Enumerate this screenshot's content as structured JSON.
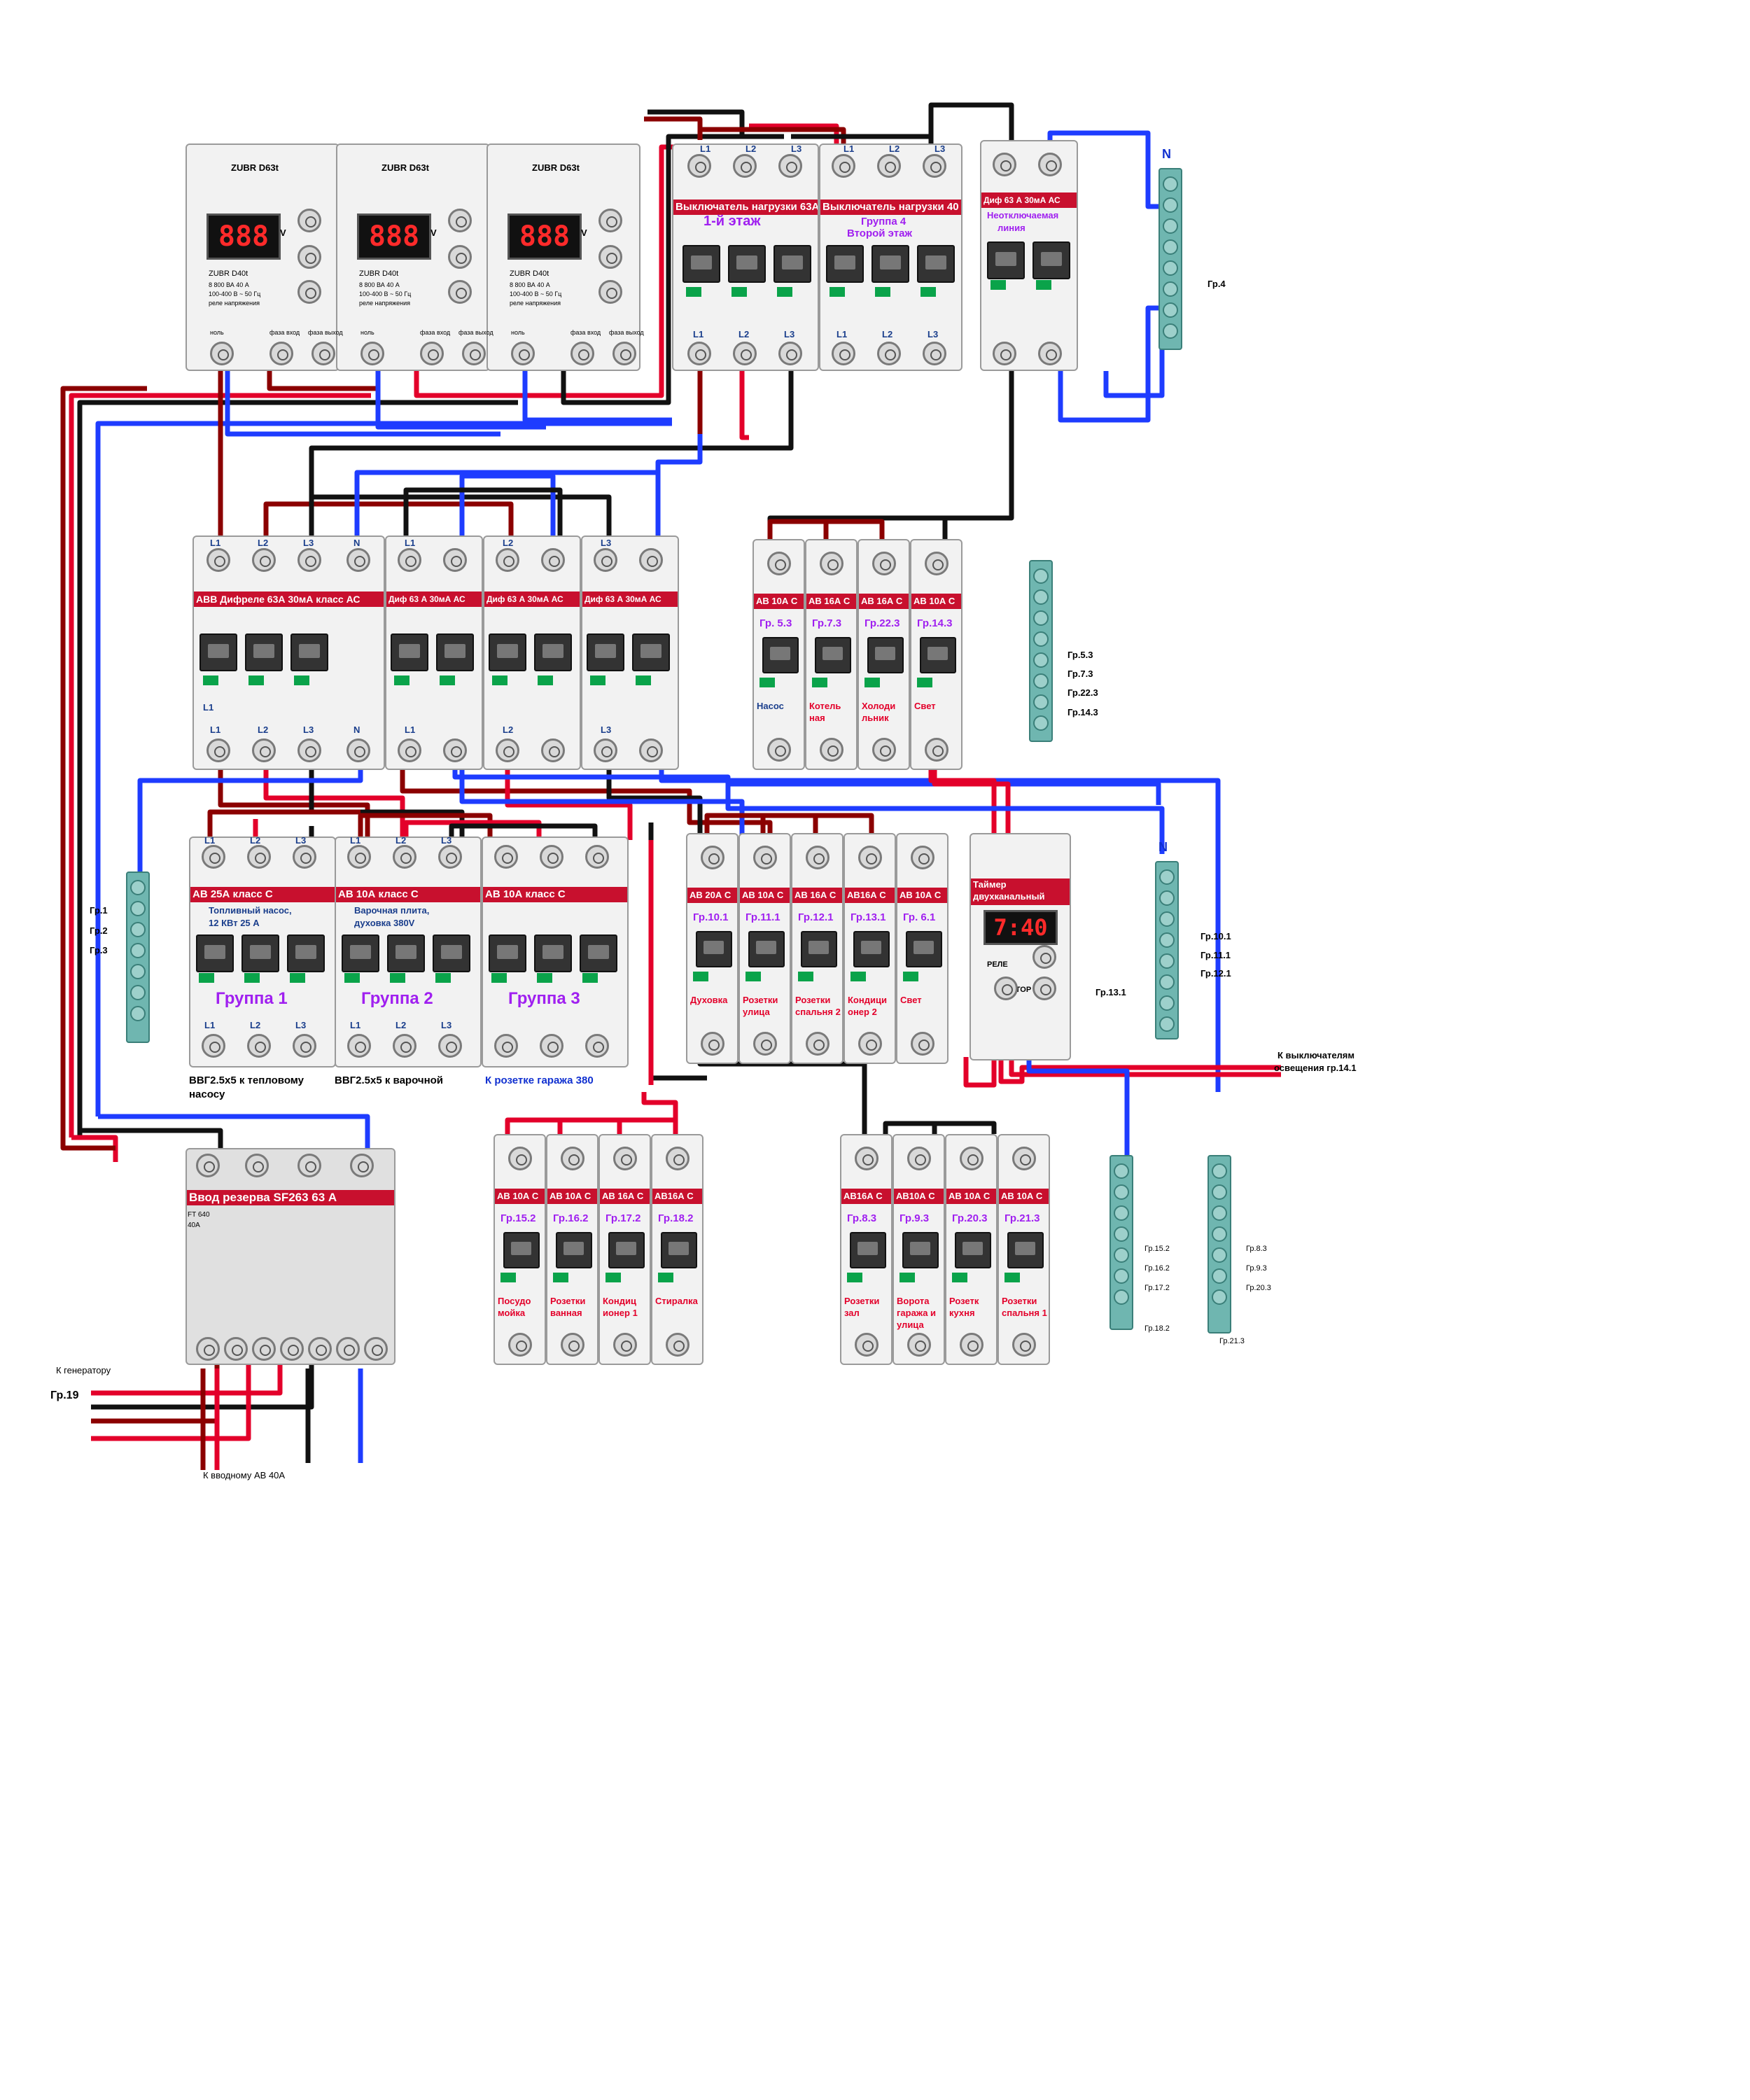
{
  "relays": {
    "brand": "ZUBR D63t",
    "model": "ZUBR D40t",
    "spec1": "8 800 ВА   40 А",
    "spec2": "100-400 В ~ 50 Гц",
    "spec3": "реле напряжения",
    "display": "888",
    "term_n": "ноль",
    "term_in": "фаза вход",
    "term_out": "фаза выход",
    "v": "V"
  },
  "load_switch1": {
    "bar": "Выключатель нагрузки 63А",
    "label": "1-й этаж"
  },
  "load_switch2": {
    "bar": "Выключатель нагрузки 40 А",
    "label1": "Группа 4",
    "label2": "Второй этаж"
  },
  "diff_top": {
    "bar": "Диф 63 А 30мА АС",
    "label1": "Неотключаемая",
    "label2": "линия"
  },
  "bus_top": {
    "n": "N",
    "gr": "Гр.4"
  },
  "phases": {
    "l1": "L1",
    "l2": "L2",
    "l3": "L3",
    "n": "N"
  },
  "main_diff": {
    "bar_abb": "ABB",
    "bar": "Дифреле 63А 30мА класс АС"
  },
  "diff_blocks": [
    {
      "bar": "Диф 63 А 30мА АС"
    },
    {
      "bar": "Диф 63 А 30мА АС"
    },
    {
      "bar": "Диф 63 А 30мА АС"
    }
  ],
  "small_group1": [
    {
      "bar": "АВ 10А С",
      "gr": "Гр. 5.3",
      "name": "Насос"
    },
    {
      "bar": "АВ 16А С",
      "gr": "Гр.7.3",
      "name": "Котель ная"
    },
    {
      "bar": "АВ 16А С",
      "gr": "Гр.22.3",
      "name": "Холоди льник"
    },
    {
      "bar": "АВ 10А С",
      "gr": "Гр.14.3",
      "name": "Свет"
    }
  ],
  "bus_mid": {
    "labels": [
      "Гр.5.3",
      "Гр.7.3",
      "Гр.22.3",
      "Гр.14.3"
    ]
  },
  "groups3": [
    {
      "bar": "АВ 25А класс С",
      "desc1": "Топливный насос,",
      "desc2": "12 КВт 25 А",
      "title": "Группа 1",
      "note1": "ВВГ2.5х5 к тепловому",
      "note2": "насосу"
    },
    {
      "bar": "АВ 10А класс С",
      "desc1": "Варочная плита,",
      "desc2": "духовка 380V",
      "title": "Группа 2",
      "note1": "ВВГ2.5х5 к варочной",
      "note2": ""
    },
    {
      "bar": "АВ 10А класс С",
      "desc1": "",
      "desc2": "",
      "title": "Группа 3",
      "note1": "К розетке гаража 380",
      "note2": ""
    }
  ],
  "bus_left": {
    "labels": [
      "Гр.1",
      "Гр.2",
      "Гр.3"
    ]
  },
  "small_group2": [
    {
      "bar": "АВ 20А С",
      "gr": "Гр.10.1",
      "name": "Духовка"
    },
    {
      "bar": "АВ 10А С",
      "gr": "Гр.11.1",
      "name": "Розетки улица"
    },
    {
      "bar": "АВ 16А С",
      "gr": "Гр.12.1",
      "name": "Розетки спальня 2"
    },
    {
      "bar": "АВ16А С",
      "gr": "Гр.13.1",
      "name": "Кондици онер 2"
    },
    {
      "bar": "АВ 10А С",
      "gr": "Гр. 6.1",
      "name": "Свет"
    }
  ],
  "timer": {
    "bar": "Таймер двухканальный",
    "display": "7:40",
    "rele": "РЕЛЕ",
    "brand": "DigiTOP"
  },
  "bus_right1": {
    "n": "N",
    "labels": [
      "Гр.10.1",
      "Гр.11.1",
      "Гр.12.1",
      "Гр.13.1"
    ]
  },
  "timer_note": {
    "line1": "К выключателям",
    "line2": "освещения гр.14.1"
  },
  "reserve": {
    "bar": "Ввод резерва SF263 63 А",
    "model": "FT 640",
    "amp": "40A"
  },
  "reserve_notes": {
    "gen": "К генератору",
    "gr19": "Гр.19",
    "main": "К вводному АВ 40А"
  },
  "small_group3": [
    {
      "bar": "АВ 10А С",
      "gr": "Гр.15.2",
      "name": "Посудо мойка"
    },
    {
      "bar": "АВ 10А С",
      "gr": "Гр.16.2",
      "name": "Розетки ванная"
    },
    {
      "bar": "АВ 16А С",
      "gr": "Гр.17.2",
      "name": "Кондиц ионер 1"
    },
    {
      "bar": "АВ16А С",
      "gr": "Гр.18.2",
      "name": "Стиралка"
    }
  ],
  "small_group4": [
    {
      "bar": "АВ16А С",
      "gr": "Гр.8.3",
      "name": "Розетки зал"
    },
    {
      "bar": "АВ10А С",
      "gr": "Гр.9.3",
      "name": "Ворота гаража и улица"
    },
    {
      "bar": "АВ 10А С",
      "gr": "Гр.20.3",
      "name": "Розетк кухня"
    },
    {
      "bar": "АВ 10А С",
      "gr": "Гр.21.3",
      "name": "Розетки спальня 1"
    }
  ],
  "bus_low1": {
    "labels": [
      "Гр.15.2",
      "Гр.16.2",
      "Гр.17.2",
      "Гр.18.2"
    ]
  },
  "bus_low2": {
    "labels": [
      "Гр.8.3",
      "Гр.9.3",
      "Гр.20.3",
      "Гр.21.3"
    ]
  },
  "colors": {
    "black": "#111111",
    "red": "#e3002a",
    "darkred": "#8b0000",
    "blue": "#1e3cff",
    "bar": "#c8102e",
    "purple": "#a020f0"
  }
}
